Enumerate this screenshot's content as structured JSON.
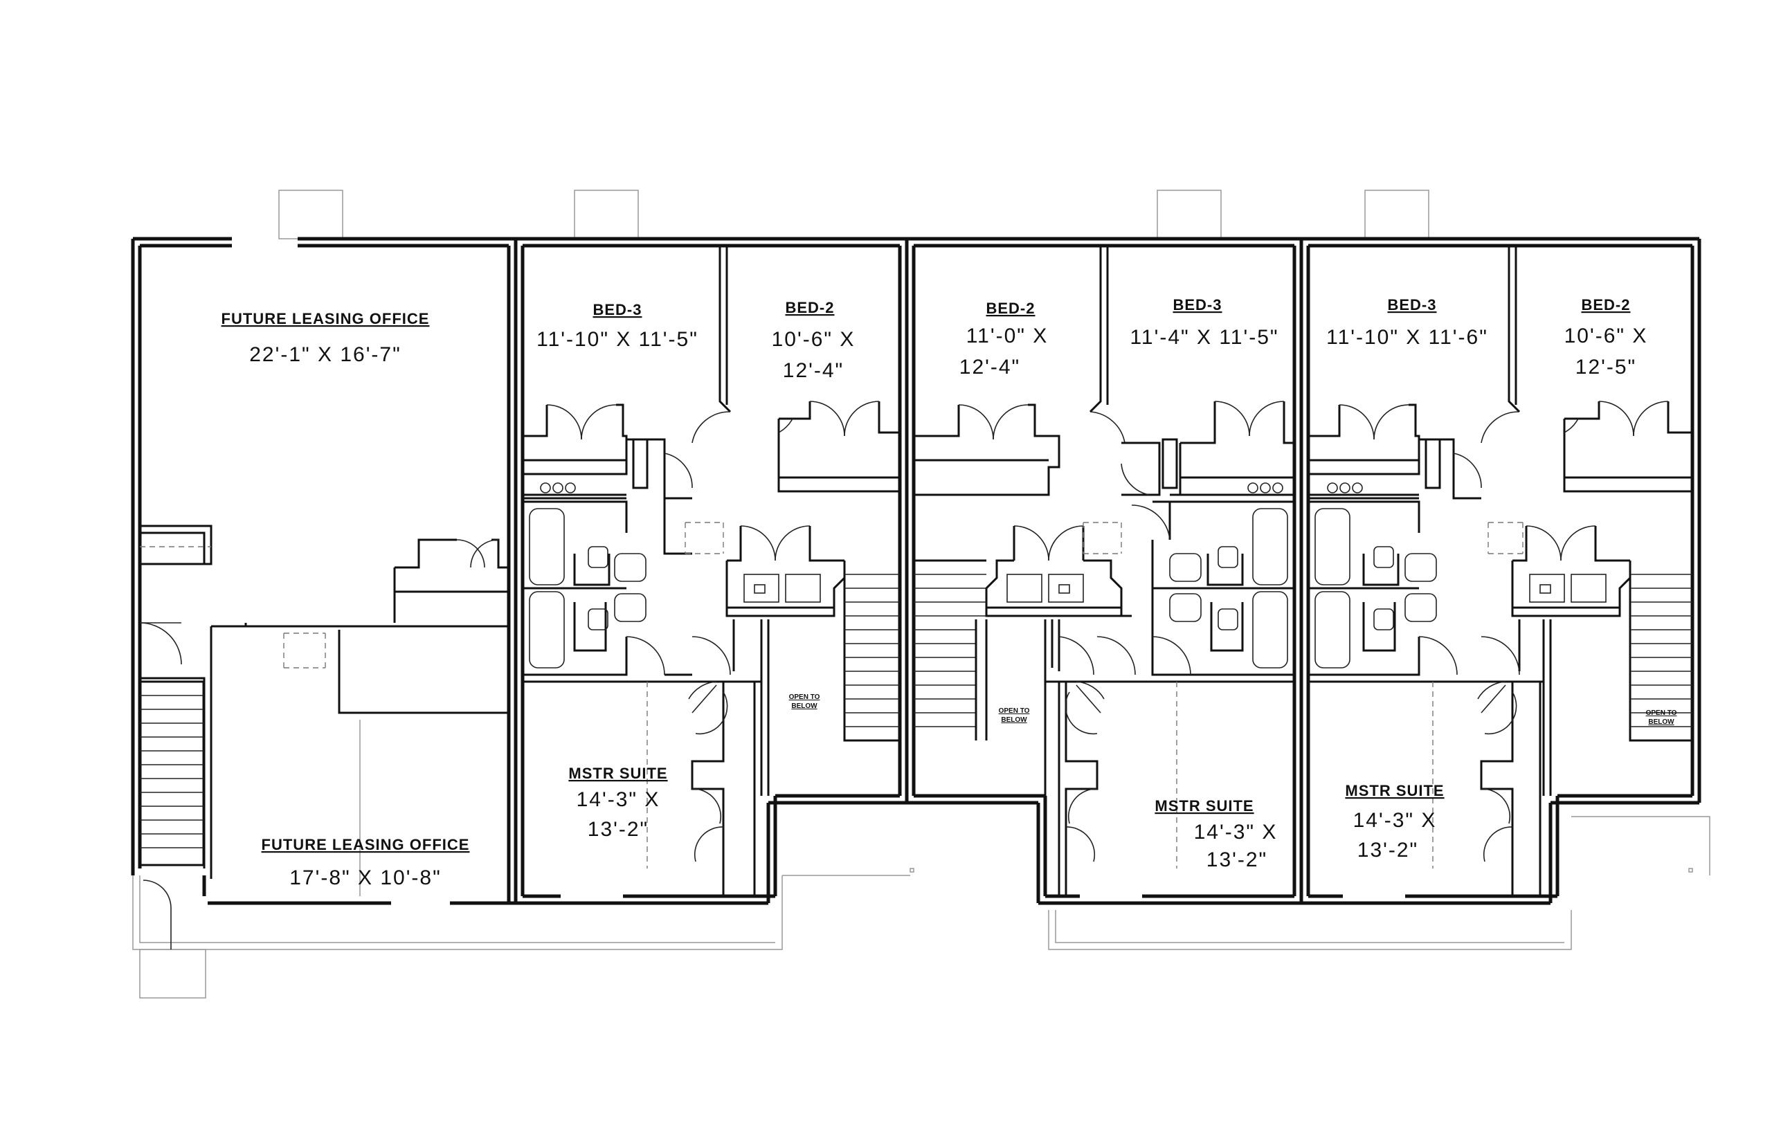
{
  "plan": {
    "rooms": {
      "leasing_upper": {
        "name": "FUTURE LEASING OFFICE",
        "dim": "22'-1\" X 16'-7\""
      },
      "leasing_lower": {
        "name": "FUTURE LEASING OFFICE",
        "dim": "17'-8\" X 10'-8\""
      },
      "u1_bed3": {
        "name": "BED-3",
        "dim": "11'-10\" X 11'-5\""
      },
      "u1_bed2": {
        "name": "BED-2",
        "dim1": "10'-6\" X",
        "dim2": "12'-4\""
      },
      "u1_mstr": {
        "name": "MSTR SUITE",
        "dim1": "14'-3\" X",
        "dim2": "13'-2\""
      },
      "u1_open": {
        "line1": "OPEN TO",
        "line2": "BELOW"
      },
      "u2_bed2": {
        "name": "BED-2",
        "dim1": "11'-0\" X",
        "dim2": "12'-4\""
      },
      "u2_bed3": {
        "name": "BED-3",
        "dim": "11'-4\" X 11'-5\""
      },
      "u2_mstr": {
        "name": "MSTR SUITE",
        "dim1": "14'-3\" X",
        "dim2": "13'-2\""
      },
      "u2_open": {
        "line1": "OPEN TO",
        "line2": "BELOW"
      },
      "u3_bed3": {
        "name": "BED-3",
        "dim": "11'-10\" X 11'-6\""
      },
      "u3_bed2": {
        "name": "BED-2",
        "dim1": "10'-6\" X",
        "dim2": "12'-5\""
      },
      "u3_mstr": {
        "name": "MSTR SUITE",
        "dim1": "14'-3\" X",
        "dim2": "13'-2\""
      },
      "u3_open": {
        "line1": "OPEN TO",
        "line2": "BELOW"
      }
    }
  }
}
